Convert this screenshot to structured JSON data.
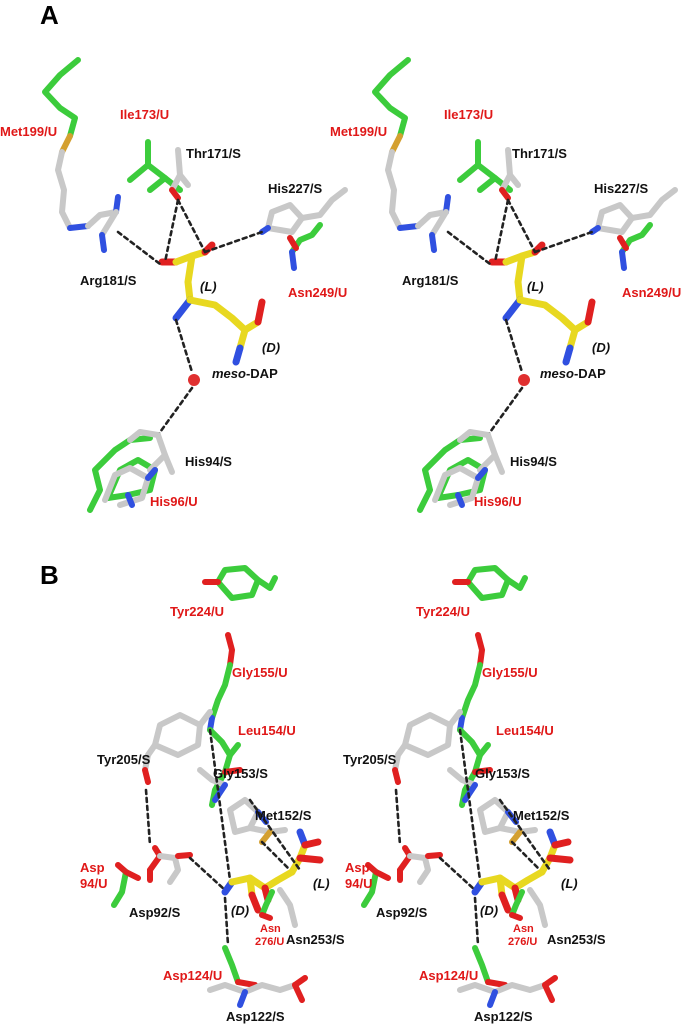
{
  "colors": {
    "S_carbon": "#c8c8c8",
    "U_carbon": "#3ccc3c",
    "ligand_carbon": "#e8d820",
    "oxygen": "#e02020",
    "nitrogen": "#2040e0",
    "sulfur": "#d4a030",
    "water": "#e03030",
    "label_S": "#111111",
    "label_U": "#e01818"
  },
  "panels": [
    {
      "letter": "A"
    },
    {
      "letter": "B"
    }
  ],
  "panelA": {
    "labels": {
      "met199": "Met199/U",
      "ile173": "Ile173/U",
      "thr171": "Thr171/S",
      "his227": "His227/S",
      "arg181": "Arg181/S",
      "L": "(L)",
      "asn249": "Asn249/U",
      "D": "(D)",
      "meso_it": "meso",
      "meso_rest": "-DAP",
      "his94": "His94/S",
      "his96": "His96/U"
    }
  },
  "panelB": {
    "labels": {
      "tyr224": "Tyr224/U",
      "gly155": "Gly155/U",
      "leu154": "Leu154/U",
      "tyr205": "Tyr205/S",
      "gly153": "Gly153/S",
      "met152": "Met152/S",
      "asp94_1": "Asp",
      "asp94_2": "94/U",
      "L": "(L)",
      "asp92": "Asp92/S",
      "D": "(D)",
      "asn276_1": "Asn",
      "asn276_2": "276/U",
      "asn253": "Asn253/S",
      "asp124": "Asp124/U",
      "asp122": "Asp122/S"
    }
  }
}
